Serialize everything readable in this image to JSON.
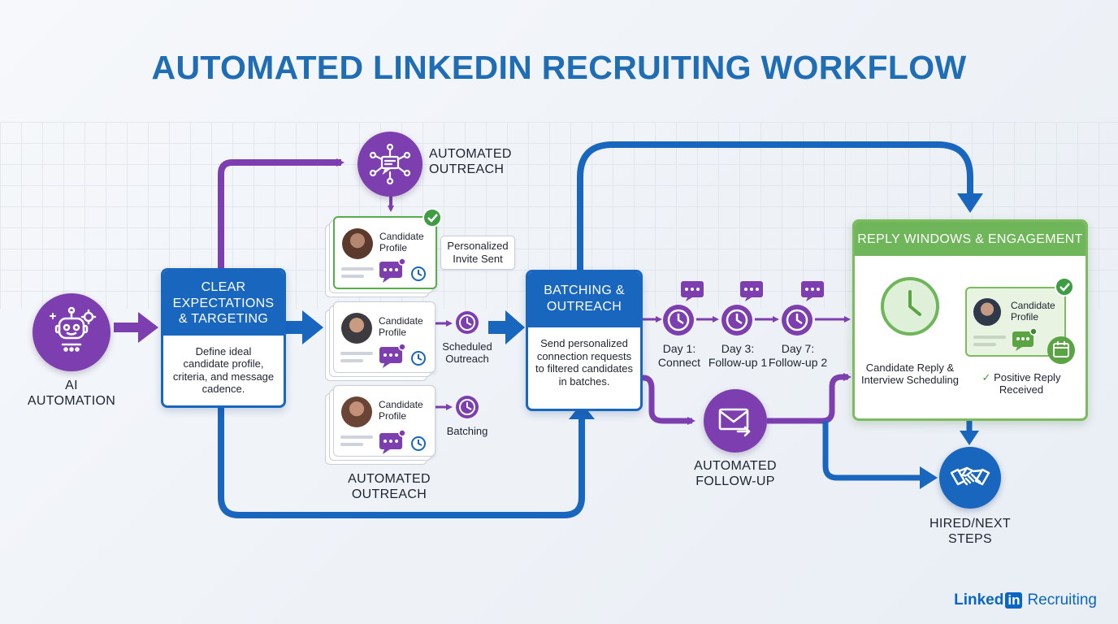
{
  "title": "AUTOMATED LINKEDIN RECRUITING WORKFLOW",
  "colors": {
    "blue": "#1966bf",
    "purple": "#7d3fb0",
    "green": "#6fb55a",
    "title": "#1f6db4"
  },
  "ai": {
    "icon": "robot-icon",
    "label": "AI AUTOMATION"
  },
  "targeting": {
    "heading": "CLEAR EXPECTATIONS & TARGETING",
    "body": "Define ideal candidate profile, criteria, and message cadence."
  },
  "outreach_top": {
    "icon": "message-network-icon",
    "label": "AUTOMATED OUTREACH"
  },
  "outreach_bottom_label": "AUTOMATED OUTREACH",
  "candidate_cards": [
    {
      "name": "Candidate Profile",
      "side_label": "Personalized Invite Sent"
    },
    {
      "name": "Candidate Profile",
      "side_label": "Scheduled Outreach"
    },
    {
      "name": "Candidate Profile",
      "side_label": "Batching"
    }
  ],
  "batching": {
    "heading": "BATCHING & OUTREACH",
    "body": "Send personalized connection requests to filtered candidates in batches."
  },
  "cadence": [
    {
      "label": "Day 1: Connect"
    },
    {
      "label": "Day 3: Follow-up 1"
    },
    {
      "label": "Day 7: Follow-up 2"
    }
  ],
  "followup": {
    "icon": "mail-forward-icon",
    "label": "AUTOMATED FOLLOW-UP"
  },
  "reply": {
    "heading": "REPLY WINDOWS & ENGAGEMENT",
    "clock_label": "Candidate Reply & Interview Scheduling",
    "card_name": "Candidate Profile",
    "positive": "Positive Reply Received",
    "check": "✓"
  },
  "hired": {
    "icon": "handshake-icon",
    "label": "HIRED/NEXT STEPS"
  },
  "brand": {
    "linked": "Linked",
    "in": "in",
    "suffix": "Recruiting"
  }
}
